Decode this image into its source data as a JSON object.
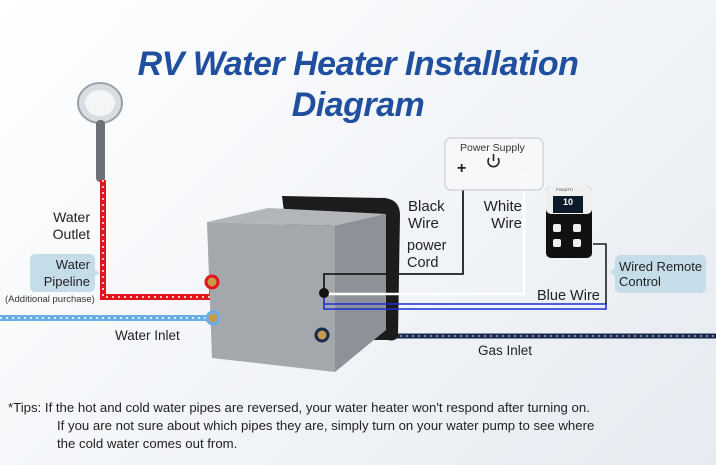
{
  "title": {
    "line1": "RV Water Heater Installation",
    "line2": "Diagram"
  },
  "labels": {
    "water_outlet": [
      "Water",
      "Outlet"
    ],
    "water_pipeline": [
      "Water",
      "Pipeline"
    ],
    "additional_purchase": "(Additional purchase)",
    "water_inlet": "Water Inlet",
    "gas_inlet": "Gas Inlet",
    "black_wire": [
      "Black",
      "Wire"
    ],
    "power_cord": [
      "power",
      "Cord"
    ],
    "white_wire": [
      "White",
      "Wire"
    ],
    "blue_wire": "Blue Wire",
    "wired_remote_control": [
      "Wired Remote",
      "Control"
    ],
    "power_supply": "Power Supply",
    "plus": "+",
    "minus": "-",
    "remote_brand": "FOGATTI",
    "remote_display": "10"
  },
  "tips": {
    "prefix": "*Tips:",
    "line1": "If the hot and cold water pipes are reversed, your water heater won't respond after turning on.",
    "line2": "If you are not sure about which pipes they are, simply turn on your water pump to see where",
    "line3": "the cold water comes out from."
  },
  "colors": {
    "title": "#1f4f9e",
    "hot_pipe": "#e3141b",
    "cold_pipe": "#6aaee6",
    "gas_pipe": "#1b2c4a",
    "blue_wire": "#1a2fd6",
    "label_box": "#c5dce9"
  }
}
